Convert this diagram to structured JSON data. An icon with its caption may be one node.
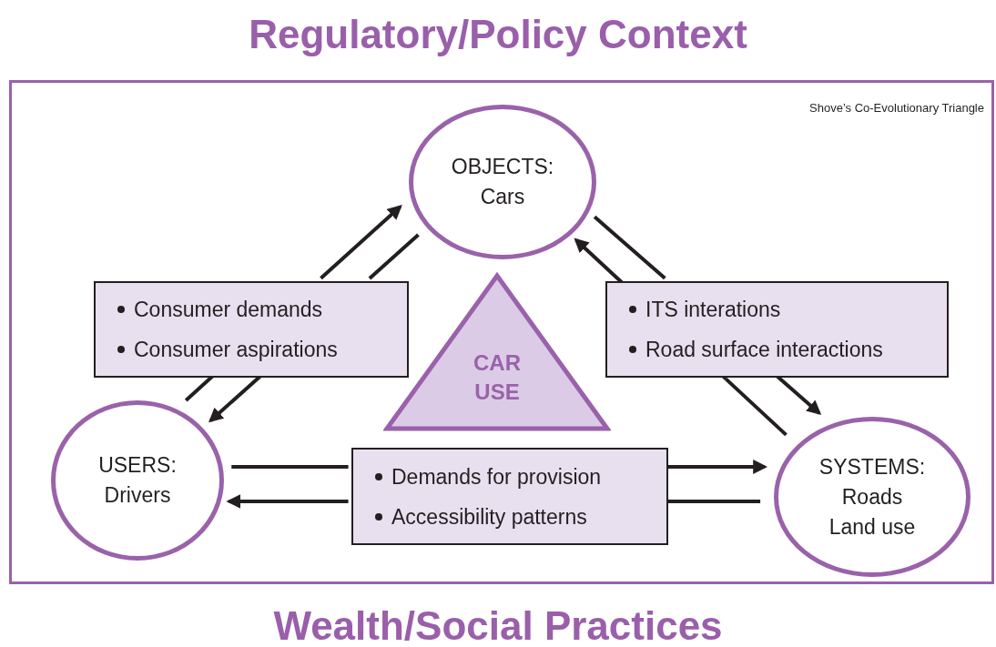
{
  "diagram": {
    "title": "Regulatory/Policy Context",
    "nodes": [
      {
        "text": [],
        "shape": "box"
      },
      {
        "text": [
          "OBJECTS:",
          "Cars"
        ],
        "in": 0
      },
      {
        "text": [
          "Consumer demands",
          "Consumer aspirations"
        ],
        "in": 0
      },
      {
        "text": [
          "ITS interations",
          "Road surface interactions"
        ],
        "in": 0
      },
      {
        "text": [
          "CAR USE"
        ],
        "in": 0
      },
      {
        "text": [
          "USERS:",
          "Drivers"
        ],
        "in": 0
      },
      {
        "text": [
          "Demands for provision",
          "Accessibility patterns"
        ],
        "in": 0
      },
      {
        "text": [
          "SYSTEMS:",
          "Roads",
          "Land use"
        ],
        "in": 0
      }
    ],
    "edges": [
      {
        "from": 5,
        "to": 2,
        "arrow": "none"
      },
      {
        "from": 2,
        "to": 1,
        "arrow": "to"
      },
      {
        "from": 1,
        "to": 2,
        "arrow": "none"
      },
      {
        "from": 2,
        "to": 5,
        "arrow": "to"
      },
      {
        "from": 1,
        "to": 3,
        "arrow": "none"
      },
      {
        "from": 3,
        "to": 7,
        "arrow": "to"
      },
      {
        "from": 7,
        "to": 3,
        "arrow": "none"
      },
      {
        "from": 3,
        "to": 1,
        "arrow": "to"
      },
      {
        "from": 5,
        "to": 6,
        "arrow": "none"
      },
      {
        "from": 6,
        "to": 7,
        "arrow": "to"
      },
      {
        "from": 7,
        "to": 6,
        "arrow": "none"
      },
      {
        "from": 6,
        "to": 5,
        "arrow": "to"
      }
    ],
    "labels": [
      "Shove’s Co-Evolutionary Triangle",
      "Wealth/Social Practices"
    ]
  }
}
